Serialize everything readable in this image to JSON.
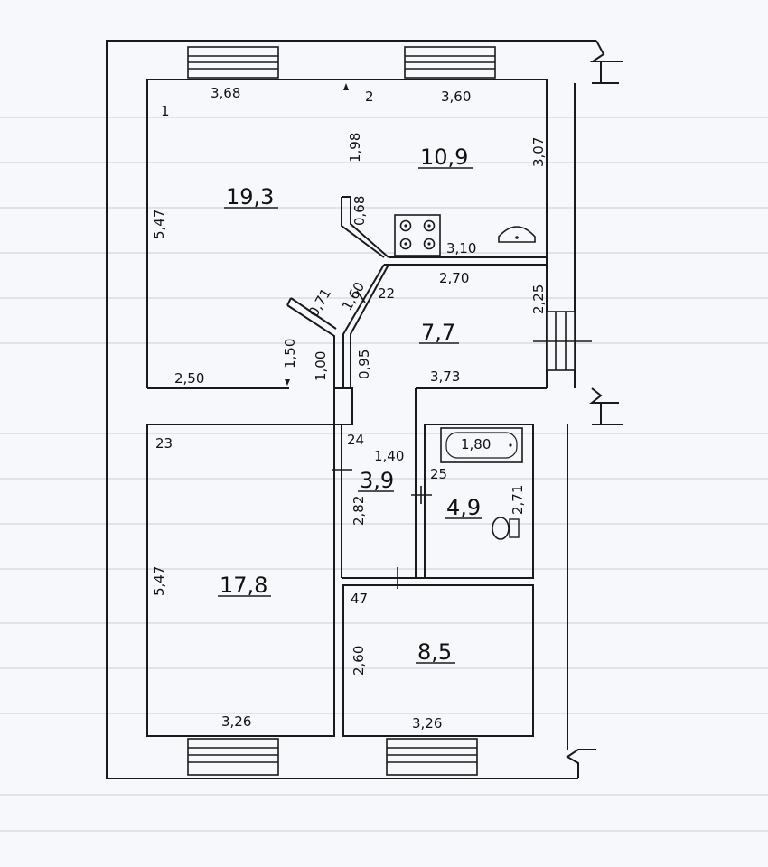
{
  "colors": {
    "ink": "#1a1a1a",
    "paper": "#f7f8fb"
  },
  "rooms": {
    "r1": {
      "number": "1",
      "area": "19,3",
      "dim_top": "3,68",
      "dim_left": "5,47",
      "dim_bottom": "2,50"
    },
    "r2": {
      "number": "2",
      "area": "10,9",
      "dim_top": "3,60",
      "dim_right": "3,07",
      "dim_bottom": "3,10",
      "dim_left": "1,98"
    },
    "r22": {
      "number": "22",
      "area": "7,7",
      "dim_top": "2,70",
      "dim_right": "2,25",
      "dim_bottom": "3,73"
    },
    "r23": {
      "number": "23",
      "area": "17,8",
      "dim_left": "5,47",
      "dim_bottom": "3,26"
    },
    "r24": {
      "number": "24",
      "area": "3,9",
      "dim_top": "1,40",
      "dim_left": "2,82"
    },
    "r25": {
      "number": "25",
      "area": "4,9",
      "dim_right": "2,71"
    },
    "r47": {
      "number": "47",
      "area": "8,5",
      "dim_left": "2,60",
      "dim_bottom": "3,26"
    }
  },
  "corridor": {
    "seg_068": "0,68",
    "seg_160": "1,60",
    "seg_071": "0,71",
    "seg_150": "1,50",
    "seg_100": "1,00",
    "seg_095": "0,95"
  },
  "fixtures": {
    "stove": "stove-icon",
    "sink": "sink-icon",
    "bathtub": "bathtub-icon",
    "bathtub_length": "1,80",
    "toilet": "toilet-icon"
  }
}
